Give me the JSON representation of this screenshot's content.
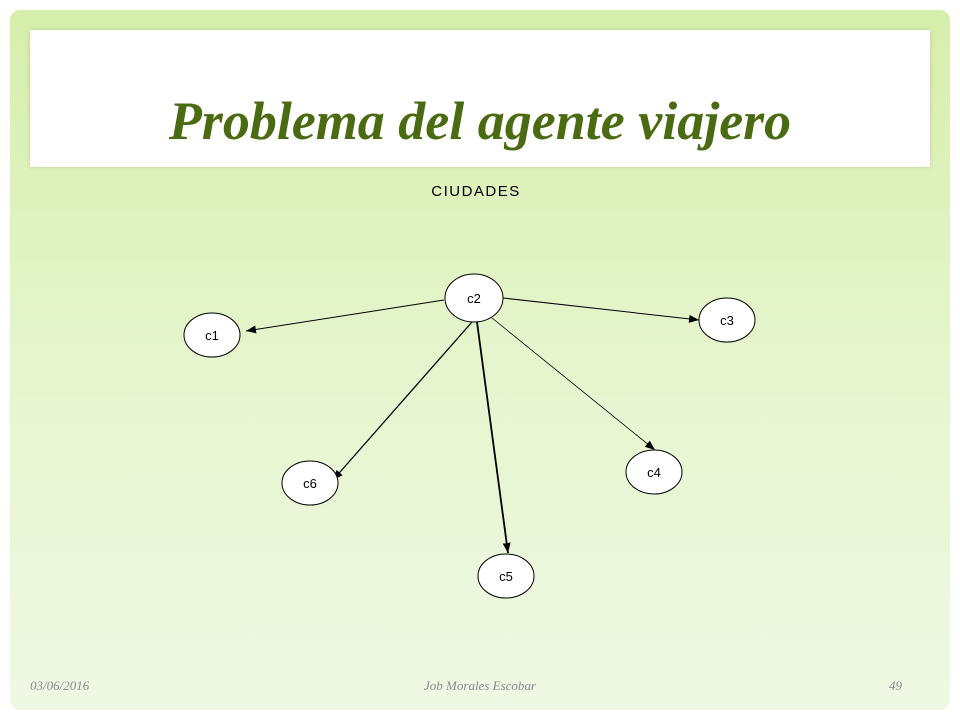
{
  "slide": {
    "title": "Problema del agente viajero",
    "footer": {
      "date": "03/06/2016",
      "author": "Job Morales Escobar",
      "page": "49"
    }
  },
  "diagram": {
    "heading": "CIUDADES",
    "nodes": [
      {
        "id": "c1",
        "label": "c1"
      },
      {
        "id": "c2",
        "label": "c2"
      },
      {
        "id": "c3",
        "label": "c3"
      },
      {
        "id": "c4",
        "label": "c4"
      },
      {
        "id": "c5",
        "label": "c5"
      },
      {
        "id": "c6",
        "label": "c6"
      }
    ],
    "edges": [
      {
        "from": "c2",
        "to": "c1"
      },
      {
        "from": "c2",
        "to": "c3"
      },
      {
        "from": "c2",
        "to": "c4"
      },
      {
        "from": "c2",
        "to": "c5"
      },
      {
        "from": "c2",
        "to": "c6"
      }
    ]
  },
  "colors": {
    "title": "#4b6b12",
    "background_top": "#d6eeab",
    "background_bottom": "#eef8e4"
  }
}
